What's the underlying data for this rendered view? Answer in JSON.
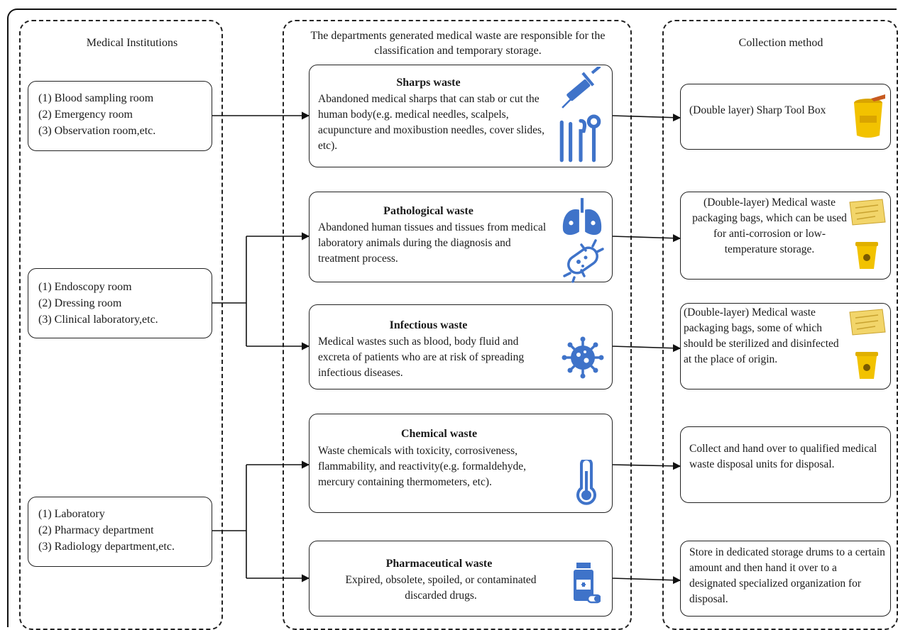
{
  "columns": {
    "institutions": "Medical Institutions",
    "departments": "The departments generated medical waste are responsible for the classification and temporary storage.",
    "collection": "Collection method"
  },
  "institutions": [
    {
      "lines": [
        "(1) Blood sampling room",
        "(2) Emergency room",
        "(3) Observation room,etc."
      ]
    },
    {
      "lines": [
        "(1) Endoscopy room",
        "(2) Dressing room",
        "(3) Clinical laboratory,etc."
      ]
    },
    {
      "lines": [
        "(1) Laboratory",
        "(2) Pharmacy department",
        "(3) Radiology department,etc."
      ]
    }
  ],
  "wastes": [
    {
      "title": "Sharps waste",
      "desc": "Abandoned medical sharps that can stab or cut the human body(e.g. medical needles, scalpels, acupuncture and moxibustion needles, cover slides, etc).",
      "icons": [
        "syringe-icon",
        "surgical-tools-icon"
      ]
    },
    {
      "title": "Pathological waste",
      "desc": "Abandoned human tissues and tissues from medical laboratory animals during the diagnosis and treatment process.",
      "icons": [
        "lungs-icon",
        "bacteria-icon"
      ]
    },
    {
      "title": "Infectious waste",
      "desc": "Medical wastes such as blood, body fluid and excreta of patients who are at risk of spreading infectious diseases.",
      "icons": [
        "virus-icon"
      ]
    },
    {
      "title": "Chemical waste",
      "desc": "Waste chemicals with toxicity, corrosiveness, flammability, and reactivity(e.g. formaldehyde, mercury containing thermometers, etc).",
      "icons": [
        "thermometer-icon"
      ]
    },
    {
      "title": "Pharmaceutical waste",
      "desc": "Expired, obsolete, spoiled, or contaminated discarded drugs.",
      "icons": [
        "medicine-bottle-icon"
      ]
    }
  ],
  "collection": [
    {
      "text": "(Double layer) Sharp Tool Box",
      "icons": [
        "sharps-container-icon"
      ]
    },
    {
      "text": "(Double-layer) Medical waste packaging bags, which can be used for anti-corrosion or low-temperature storage.",
      "icons": [
        "waste-bag-icon",
        "waste-bin-icon"
      ]
    },
    {
      "text": "(Double-layer) Medical waste packaging bags, some of which should be sterilized and disinfected at the place of origin.",
      "icons": [
        "waste-bag-icon",
        "waste-bin-icon"
      ]
    },
    {
      "text": "Collect and hand over to qualified medical waste disposal units for disposal.",
      "icons": []
    },
    {
      "text": "Store in dedicated storage drums to a certain amount and then hand it over to a designated specialized organization for disposal.",
      "icons": []
    }
  ],
  "colors": {
    "icon_blue": "#3f73c9",
    "waste_yellow": "#f2c200",
    "line": "#111111"
  }
}
